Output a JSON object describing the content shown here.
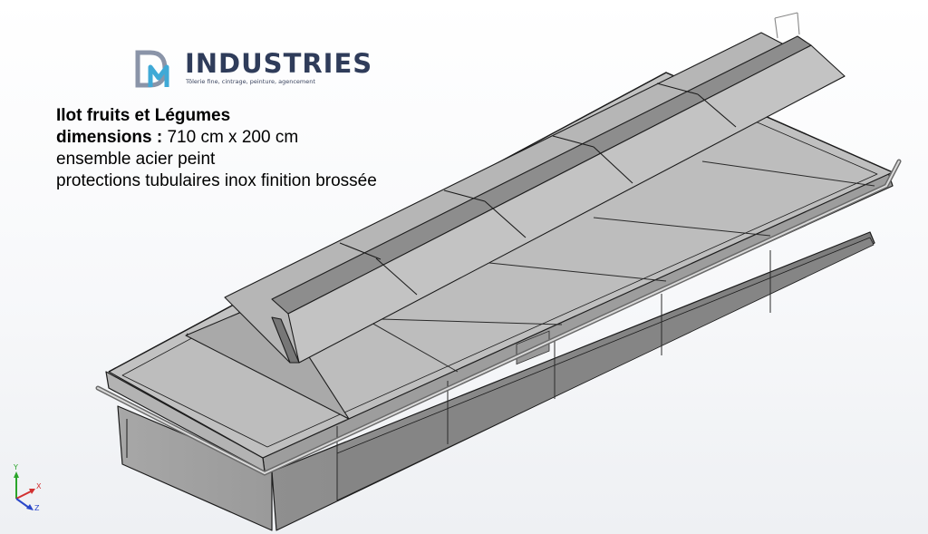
{
  "logo": {
    "wordmark": "INDUSTRIES",
    "monogram": "DM",
    "tagline": "Tôlerie fine, cintrage, peinture, agencement",
    "color": "#2f3c5a",
    "accent": "#3fa9d6"
  },
  "description": {
    "title": "Ilot fruits et Légumes",
    "dimensions_label": "dimensions :",
    "dimensions_value": "710 cm x 200 cm",
    "material": "ensemble acier peint",
    "protection": "protections tubulaires inox finition brossée"
  },
  "triad": {
    "y_label": "Y",
    "x_label": "X",
    "z_label": "Z",
    "y_color": "#2aa52a",
    "x_color": "#d23030",
    "z_color": "#2a47c9"
  }
}
